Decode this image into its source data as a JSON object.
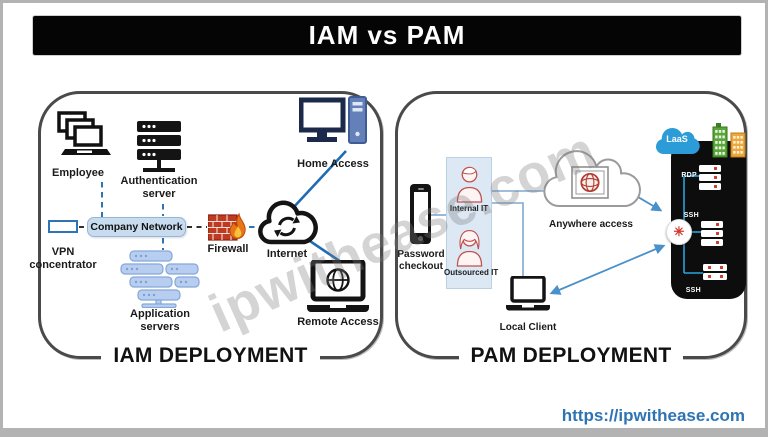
{
  "title": "IAM vs PAM",
  "watermark": "ipwithease.com",
  "footer": {
    "url": "https://ipwithease.com"
  },
  "iam": {
    "deployment_label": "IAM DEPLOYMENT",
    "employee": "Employee",
    "auth_server": "Authentication server",
    "vpn": "VPN concentrator",
    "company_network": "Company Network",
    "firewall": "Firewall",
    "internet": "Internet",
    "home_access": "Home Access",
    "remote_access": "Remote Access",
    "app_servers": "Application servers"
  },
  "pam": {
    "deployment_label": "PAM DEPLOYMENT",
    "password_checkout": "Password checkout",
    "internal_it": "Internal IT",
    "outsourced_it": "Outsourced IT",
    "anywhere_access": "Anywhere access",
    "local_client": "Local Client",
    "laas": "LaaS",
    "rdp": "RDP",
    "ssh_mid": "SSH",
    "ssh_bottom": "SSH",
    "asterisk_glyph": "✳"
  },
  "icons": {
    "employee": "stacked-laptops",
    "authentication_server": "server-rack",
    "vpn_concentrator": "rectangle-outline",
    "firewall": "brick-wall-flame",
    "internet": "cloud-sync-arrows",
    "home_access": "desktop-computer-tower",
    "remote_access": "laptop-globe",
    "application_servers": "server-cluster",
    "password_checkout": "smartphone",
    "internal_it": "person",
    "outsourced_it": "person-female",
    "anywhere_access": "cloud-with-globe-box",
    "local_client": "laptop",
    "laas": "cloud",
    "datacenter_buildings": "green-orange-buildings",
    "session_gateway": "asterisk-circle",
    "managed_server": "white-box-red-dot"
  },
  "colors": {
    "accent_blue": "#2e75b6",
    "dashed_dark": "#2f2f2f",
    "company_network_fill": "#c8dcf0",
    "panel_border": "#4a4a4a",
    "firewall_red": "#c03a22",
    "flame_orange": "#e87617",
    "person_red": "#c0504d",
    "pam_box_fill": "#dce9f5",
    "cloud_stroke": "#9b9b9b",
    "laas_blue": "#2b9cd8",
    "server_panel_black": "#0d0d0d",
    "panel_line_blue": "#29a3dc",
    "arrow_blue": "#4a90c9",
    "url_blue": "#2e74b5",
    "tower_blue": "#6480b8",
    "app_server_fill": "#b7cef0",
    "building_green": "#5aa63c",
    "building_orange": "#eca83e",
    "title_bg": "#050505"
  }
}
